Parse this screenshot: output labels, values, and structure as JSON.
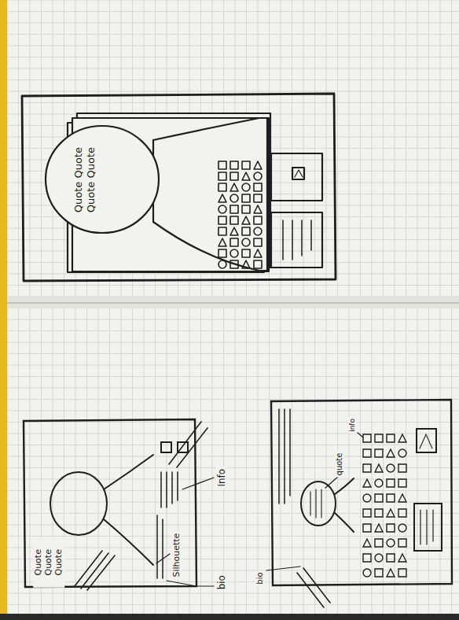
{
  "diagram": {
    "labels": [
      "Quote Quote Quote",
      "Silhouette",
      "Info",
      "bio",
      "quote",
      "info",
      "bio",
      "Quote Quote Quote Quote"
    ]
  }
}
